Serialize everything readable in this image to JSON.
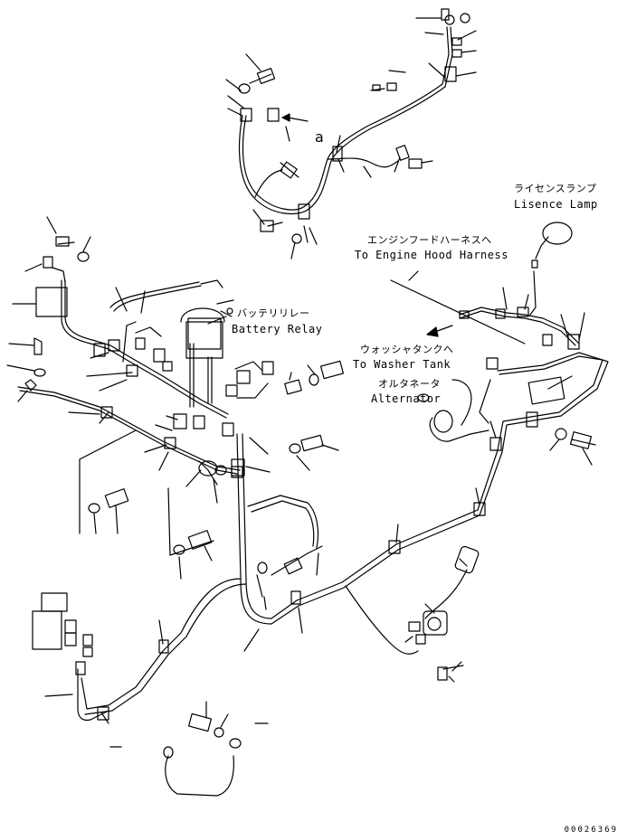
{
  "labels": {
    "license_lamp_jp": "ライセンスランプ",
    "license_lamp_en": "Lisence Lamp",
    "engine_hood_jp": "エンジンフードハーネスへ",
    "engine_hood_en": "To Engine Hood Harness",
    "battery_relay_jp": "バッテリリレー",
    "battery_relay_en": "Battery Relay",
    "washer_tank_jp": "ウォッシャタンクへ",
    "washer_tank_en": "To Washer Tank",
    "alternator_jp": "オルタネータ",
    "alternator_en": "Alternator",
    "detail_mark": "a"
  },
  "reference_number": "00026369"
}
